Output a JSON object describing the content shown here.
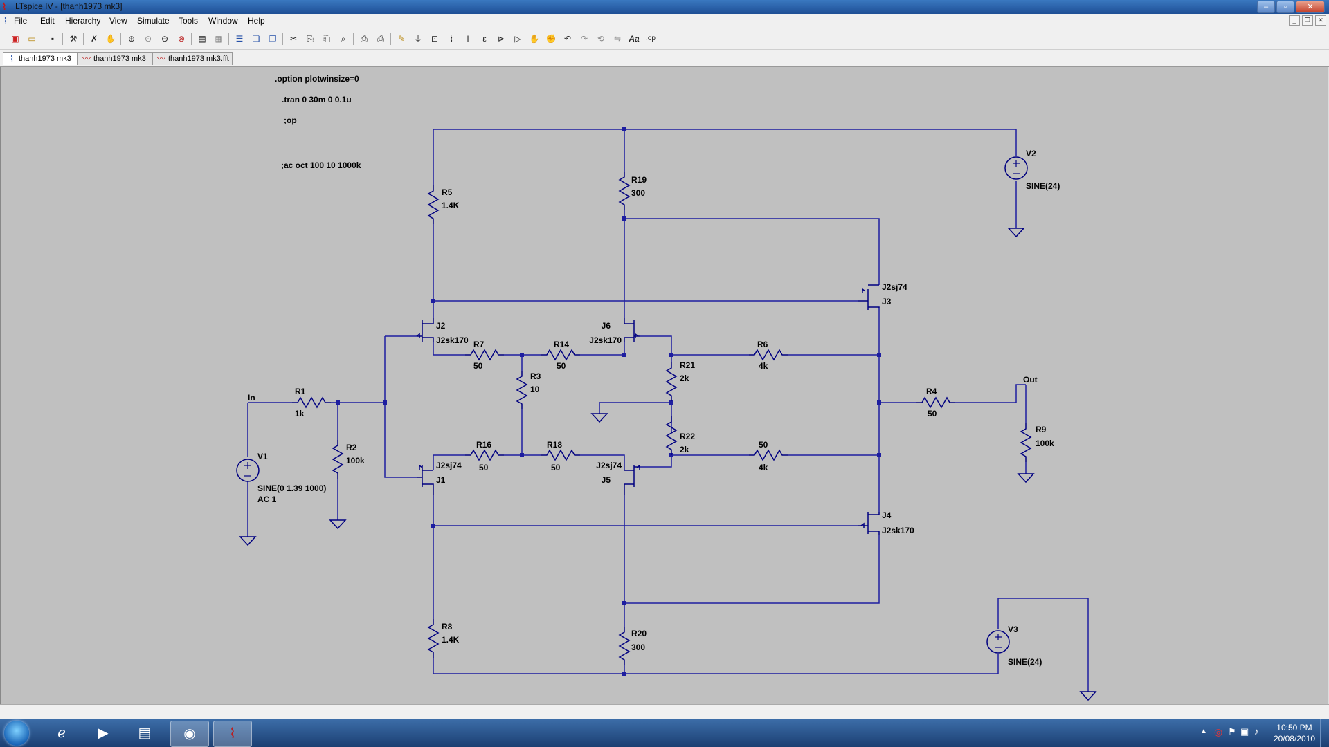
{
  "window": {
    "title": "LTspice IV - [thanh1973 mk3]"
  },
  "menu": [
    "File",
    "Edit",
    "Hierarchy",
    "View",
    "Simulate",
    "Tools",
    "Window",
    "Help"
  ],
  "tabs": [
    {
      "label": "thanh1973 mk3",
      "kind": "schematic-icon"
    },
    {
      "label": "thanh1973 mk3",
      "kind": "waveform-icon"
    },
    {
      "label": "thanh1973 mk3.fft",
      "kind": "waveform-icon"
    }
  ],
  "directives": {
    "d1": ".option plotwinsize=0",
    "d2": ".tran 0 30m 0 0.1u",
    "d3": ";op",
    "d4": ";ac oct 100 10 1000k"
  },
  "components": {
    "R5": {
      "name": "R5",
      "value": "1.4K"
    },
    "R19": {
      "name": "R19",
      "value": "300"
    },
    "R7": {
      "name": "R7",
      "value": "50"
    },
    "R14": {
      "name": "R14",
      "value": "50"
    },
    "R3": {
      "name": "R3",
      "value": "10"
    },
    "R21": {
      "name": "R21",
      "value": "2k"
    },
    "R22": {
      "name": "R22",
      "value": "2k"
    },
    "R6": {
      "name": "R6",
      "value": "4k"
    },
    "R6b": {
      "name": "50",
      "value": "4k"
    },
    "R16": {
      "name": "R16",
      "value": "50"
    },
    "R18": {
      "name": "R18",
      "value": "50"
    },
    "R1": {
      "name": "R1",
      "value": "1k"
    },
    "R2": {
      "name": "R2",
      "value": "100k"
    },
    "R4": {
      "name": "R4",
      "value": "50"
    },
    "R9": {
      "name": "R9",
      "value": "100k"
    },
    "R8": {
      "name": "R8",
      "value": "1.4K"
    },
    "R20": {
      "name": "R20",
      "value": "300"
    },
    "J2": {
      "name": "J2",
      "value": "J2sk170"
    },
    "J6": {
      "name": "J6",
      "value": "J2sk170"
    },
    "J1": {
      "name": "J1",
      "value": "J2sj74"
    },
    "J5": {
      "name": "J5",
      "value": "J2sj74"
    },
    "J3": {
      "name": "J3",
      "value": "J2sj74"
    },
    "J4": {
      "name": "J4",
      "value": "J2sk170"
    },
    "V1": {
      "name": "V1",
      "value": "SINE(0 1.39 1000)",
      "value2": "AC 1"
    },
    "V2": {
      "name": "V2",
      "value": "SINE(24)"
    },
    "V3": {
      "name": "V3",
      "value": "SINE(24)"
    }
  },
  "netlabels": {
    "in": "In",
    "out": "Out"
  },
  "clock": {
    "time": "10:50 PM",
    "date": "20/08/2010"
  },
  "colors": {
    "wire": "#1e1ea0",
    "canvas": "#c0c0c0",
    "part": "#000080"
  }
}
